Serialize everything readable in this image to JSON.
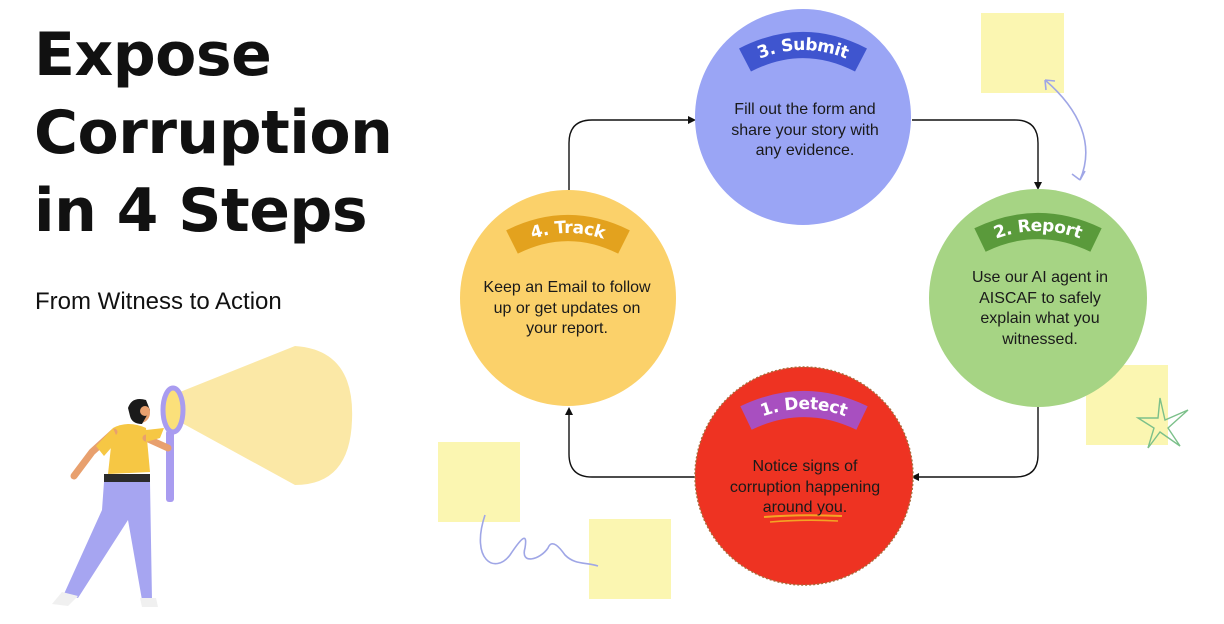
{
  "title_lines": [
    "Expose",
    "Corruption",
    "in 4 Steps"
  ],
  "subtitle": "From Witness to Action",
  "steps": {
    "submit": {
      "badge": "3. Submit",
      "lines": [
        "Fill out the form and",
        "share your story with",
        "any evidence."
      ],
      "color": "#9aa5f5",
      "badge_color": "#3f55cf"
    },
    "report": {
      "badge": "2. Report",
      "lines": [
        "Use our AI agent in",
        "AISCAF to safely",
        "explain what you",
        "witnessed."
      ],
      "color": "#a6d484",
      "badge_color": "#5a9a3b"
    },
    "detect": {
      "badge": "1. Detect",
      "lines": [
        "Notice signs of",
        "corruption happening",
        "around you."
      ],
      "color": "#ee3322",
      "badge_color": "#a84fc0"
    },
    "track": {
      "badge": "4. Track",
      "lines": [
        "Keep an Email to follow",
        "up or get updates on",
        "your report."
      ],
      "color": "#fbd16a",
      "badge_color": "#e3a21e"
    }
  }
}
